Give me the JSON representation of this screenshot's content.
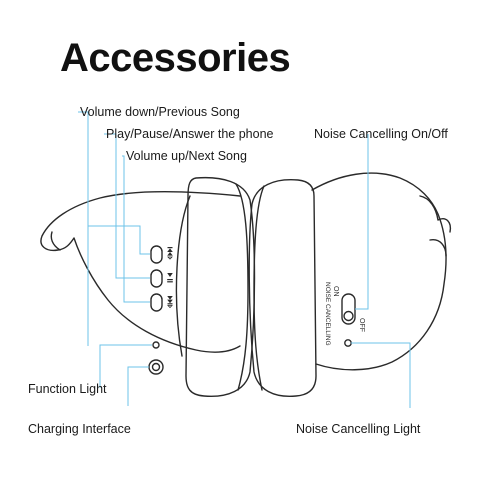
{
  "title": "Accessories",
  "labels": {
    "volume_down": "Volume down/Previous Song",
    "play_pause": "Play/Pause/Answer the phone",
    "volume_up": "Volume up/Next  Song",
    "noise_cancel_switch": "Noise Cancelling On/Off",
    "function_light": "Function Light",
    "charging_interface": "Charging Interface",
    "noise_cancel_light": "Noise Cancelling Light"
  },
  "device_text": {
    "switch_on": "ON",
    "switch_off": "OFF",
    "noise_cancelling": "NOISE CANCELLING"
  },
  "colors": {
    "leader_line": "#6ec3e8",
    "outline": "#2a2a2a"
  }
}
